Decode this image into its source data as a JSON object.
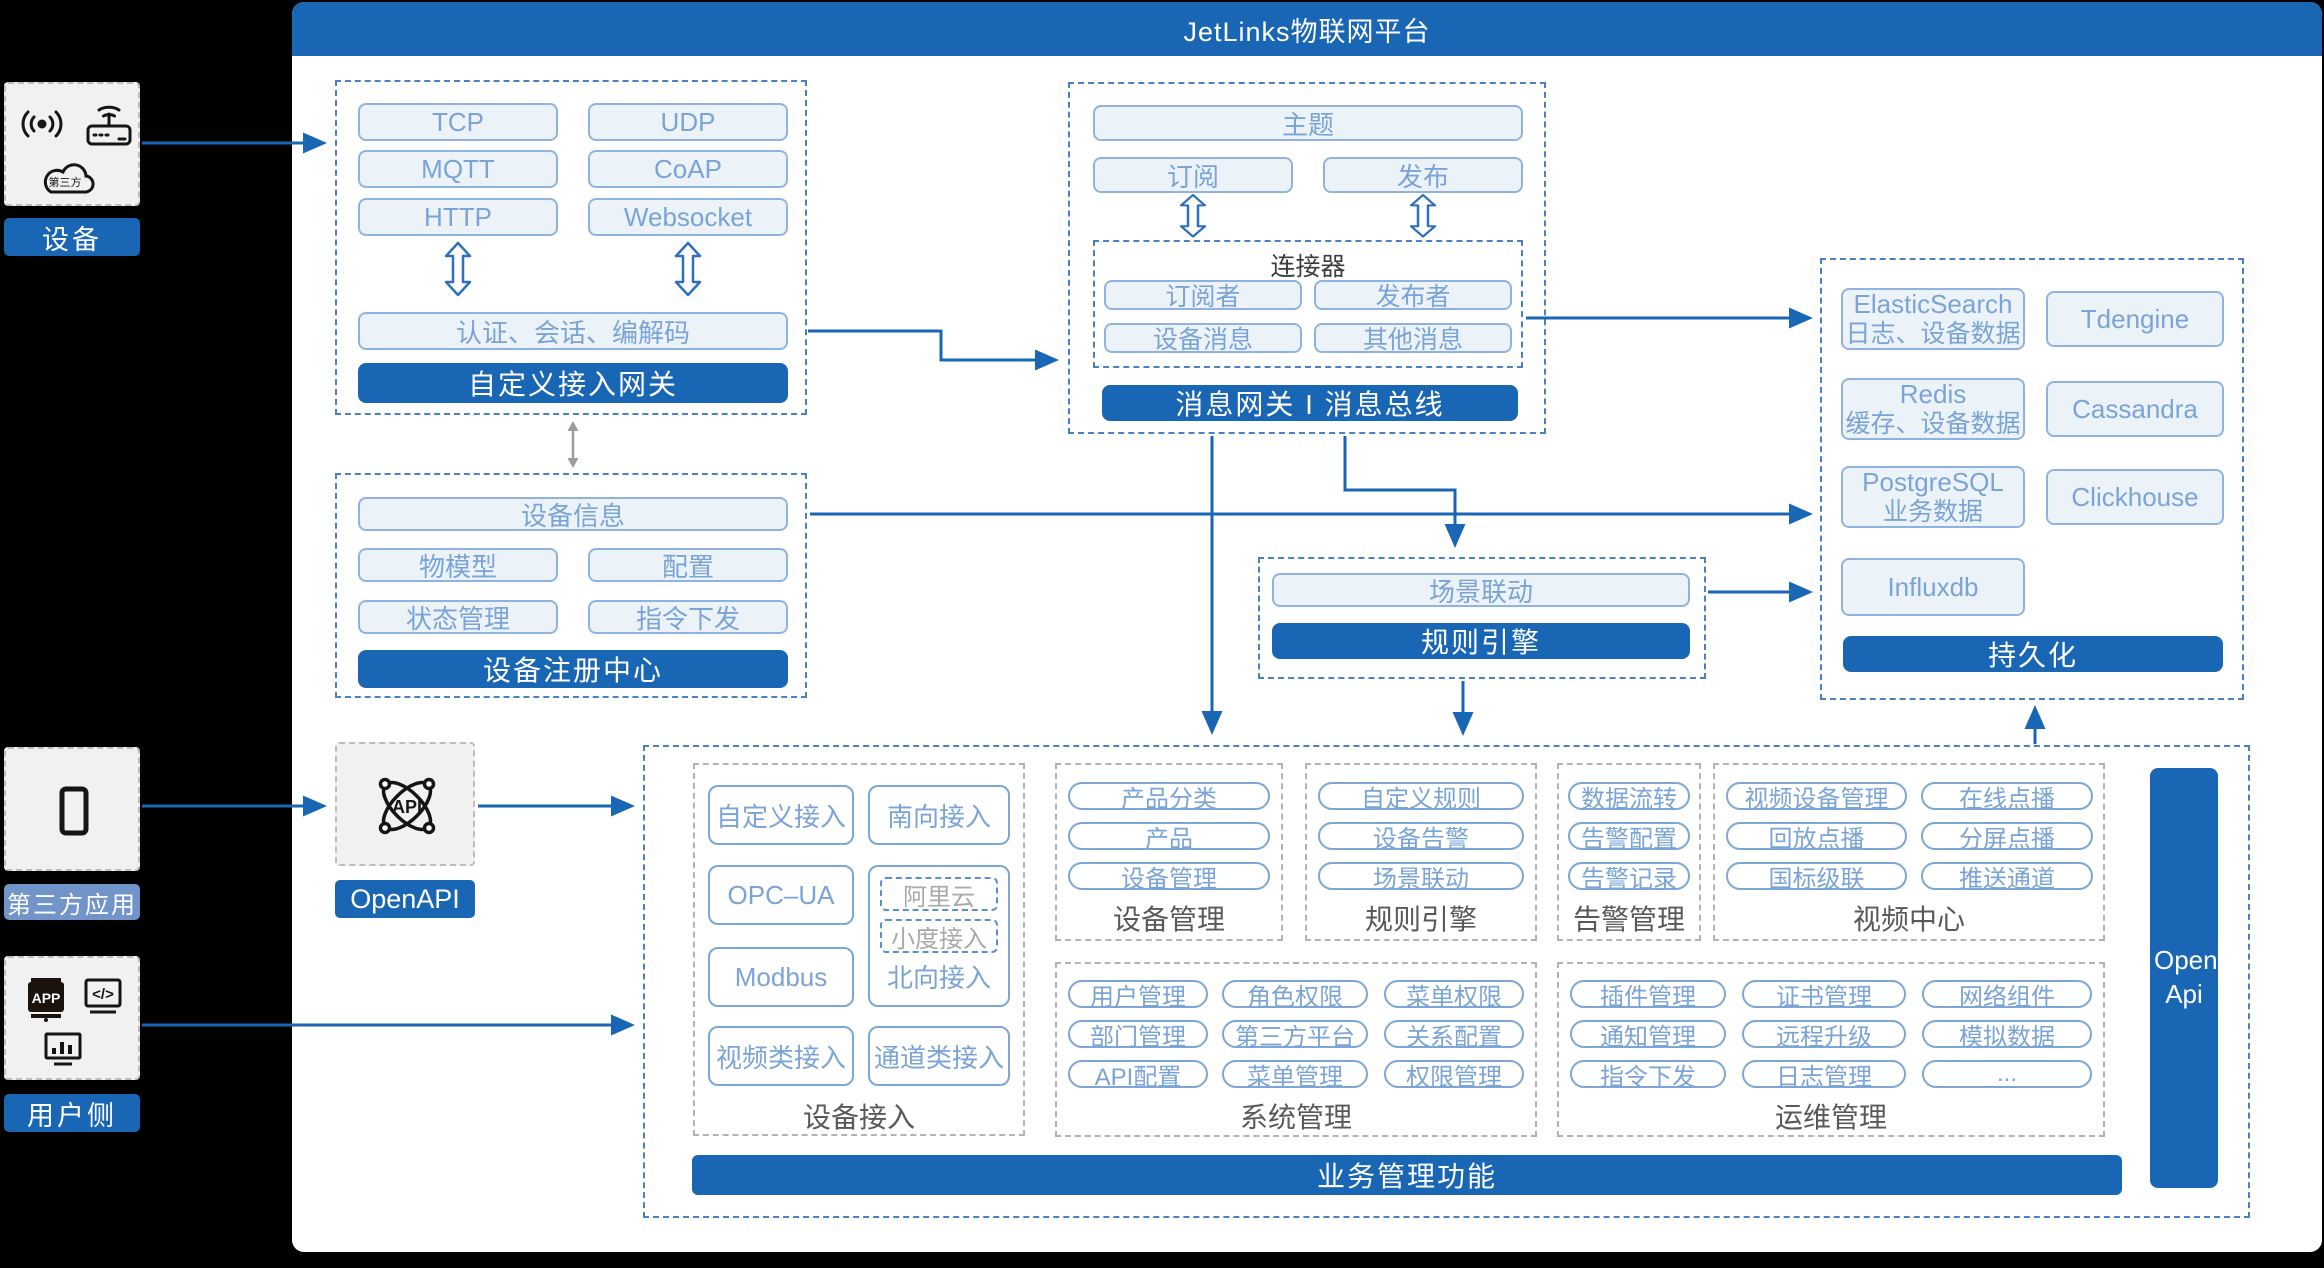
{
  "title": "JetLinks物联网平台",
  "colors": {
    "primary": "#1966B4",
    "box_border": "#8FB3DE",
    "box_text": "#7AA3D6",
    "dashed_section": "#4C80C5"
  },
  "left": {
    "device_label": "设备",
    "third_party_label": "第三方应用",
    "user_label": "用户侧",
    "cloud_text": "第三方",
    "app_icon_text": "APP",
    "code_icon_text": "</>"
  },
  "openapi": {
    "label": "OpenAPI",
    "icon_text": "API"
  },
  "gateway": {
    "protocols": [
      "TCP",
      "UDP",
      "MQTT",
      "CoAP",
      "HTTP",
      "Websocket"
    ],
    "auth": "认证、会话、编解码",
    "footer": "自定义接入网关"
  },
  "message": {
    "topic": "主题",
    "subscribe": "订阅",
    "publish": "发布",
    "connector": "连接器",
    "subscriber": "订阅者",
    "publisher": "发布者",
    "device_msg": "设备消息",
    "other_msg": "其他消息",
    "footer": "消息网关 I 消息总线"
  },
  "registry": {
    "device_info": "设备信息",
    "thing_model": "物模型",
    "config": "配置",
    "state": "状态管理",
    "command": "指令下发",
    "footer": "设备注册中心"
  },
  "rule": {
    "scene": "场景联动",
    "footer": "规则引擎"
  },
  "persistence": {
    "es": "ElasticSearch",
    "es_sub": "日志、设备数据",
    "tdengine": "Tdengine",
    "redis": "Redis",
    "redis_sub": "缓存、设备数据",
    "cassandra": "Cassandra",
    "pg": "PostgreSQL",
    "pg_sub": "业务数据",
    "clickhouse": "Clickhouse",
    "influx": "Influxdb",
    "footer": "持久化"
  },
  "business": {
    "device_access": {
      "label": "设备接入",
      "items": [
        "自定义接入",
        "南向接入",
        "OPC–UA",
        "Modbus",
        "视频类接入",
        "通道类接入"
      ],
      "north": {
        "aliyun": "阿里云",
        "xiaodu": "小度接入",
        "label": "北向接入"
      }
    },
    "device_mgmt": {
      "label": "设备管理",
      "items": [
        "产品分类",
        "产品",
        "设备管理"
      ]
    },
    "rule_engine": {
      "label": "规则引擎",
      "items": [
        "自定义规则",
        "设备告警",
        "场景联动"
      ]
    },
    "alarm": {
      "label": "告警管理",
      "items": [
        "数据流转",
        "告警配置",
        "告警记录"
      ]
    },
    "video": {
      "label": "视频中心",
      "items": [
        "视频设备管理",
        "在线点播",
        "回放点播",
        "分屏点播",
        "国标级联",
        "推送通道"
      ]
    },
    "system": {
      "label": "系统管理",
      "items": [
        "用户管理",
        "角色权限",
        "菜单权限",
        "部门管理",
        "第三方平台",
        "关系配置",
        "API配置",
        "菜单管理",
        "权限管理"
      ]
    },
    "ops": {
      "label": "运维管理",
      "items": [
        "插件管理",
        "证书管理",
        "网络组件",
        "通知管理",
        "远程升级",
        "模拟数据",
        "指令下发",
        "日志管理",
        "..."
      ]
    },
    "openapi_bar": "Open Api",
    "footer": "业务管理功能"
  }
}
